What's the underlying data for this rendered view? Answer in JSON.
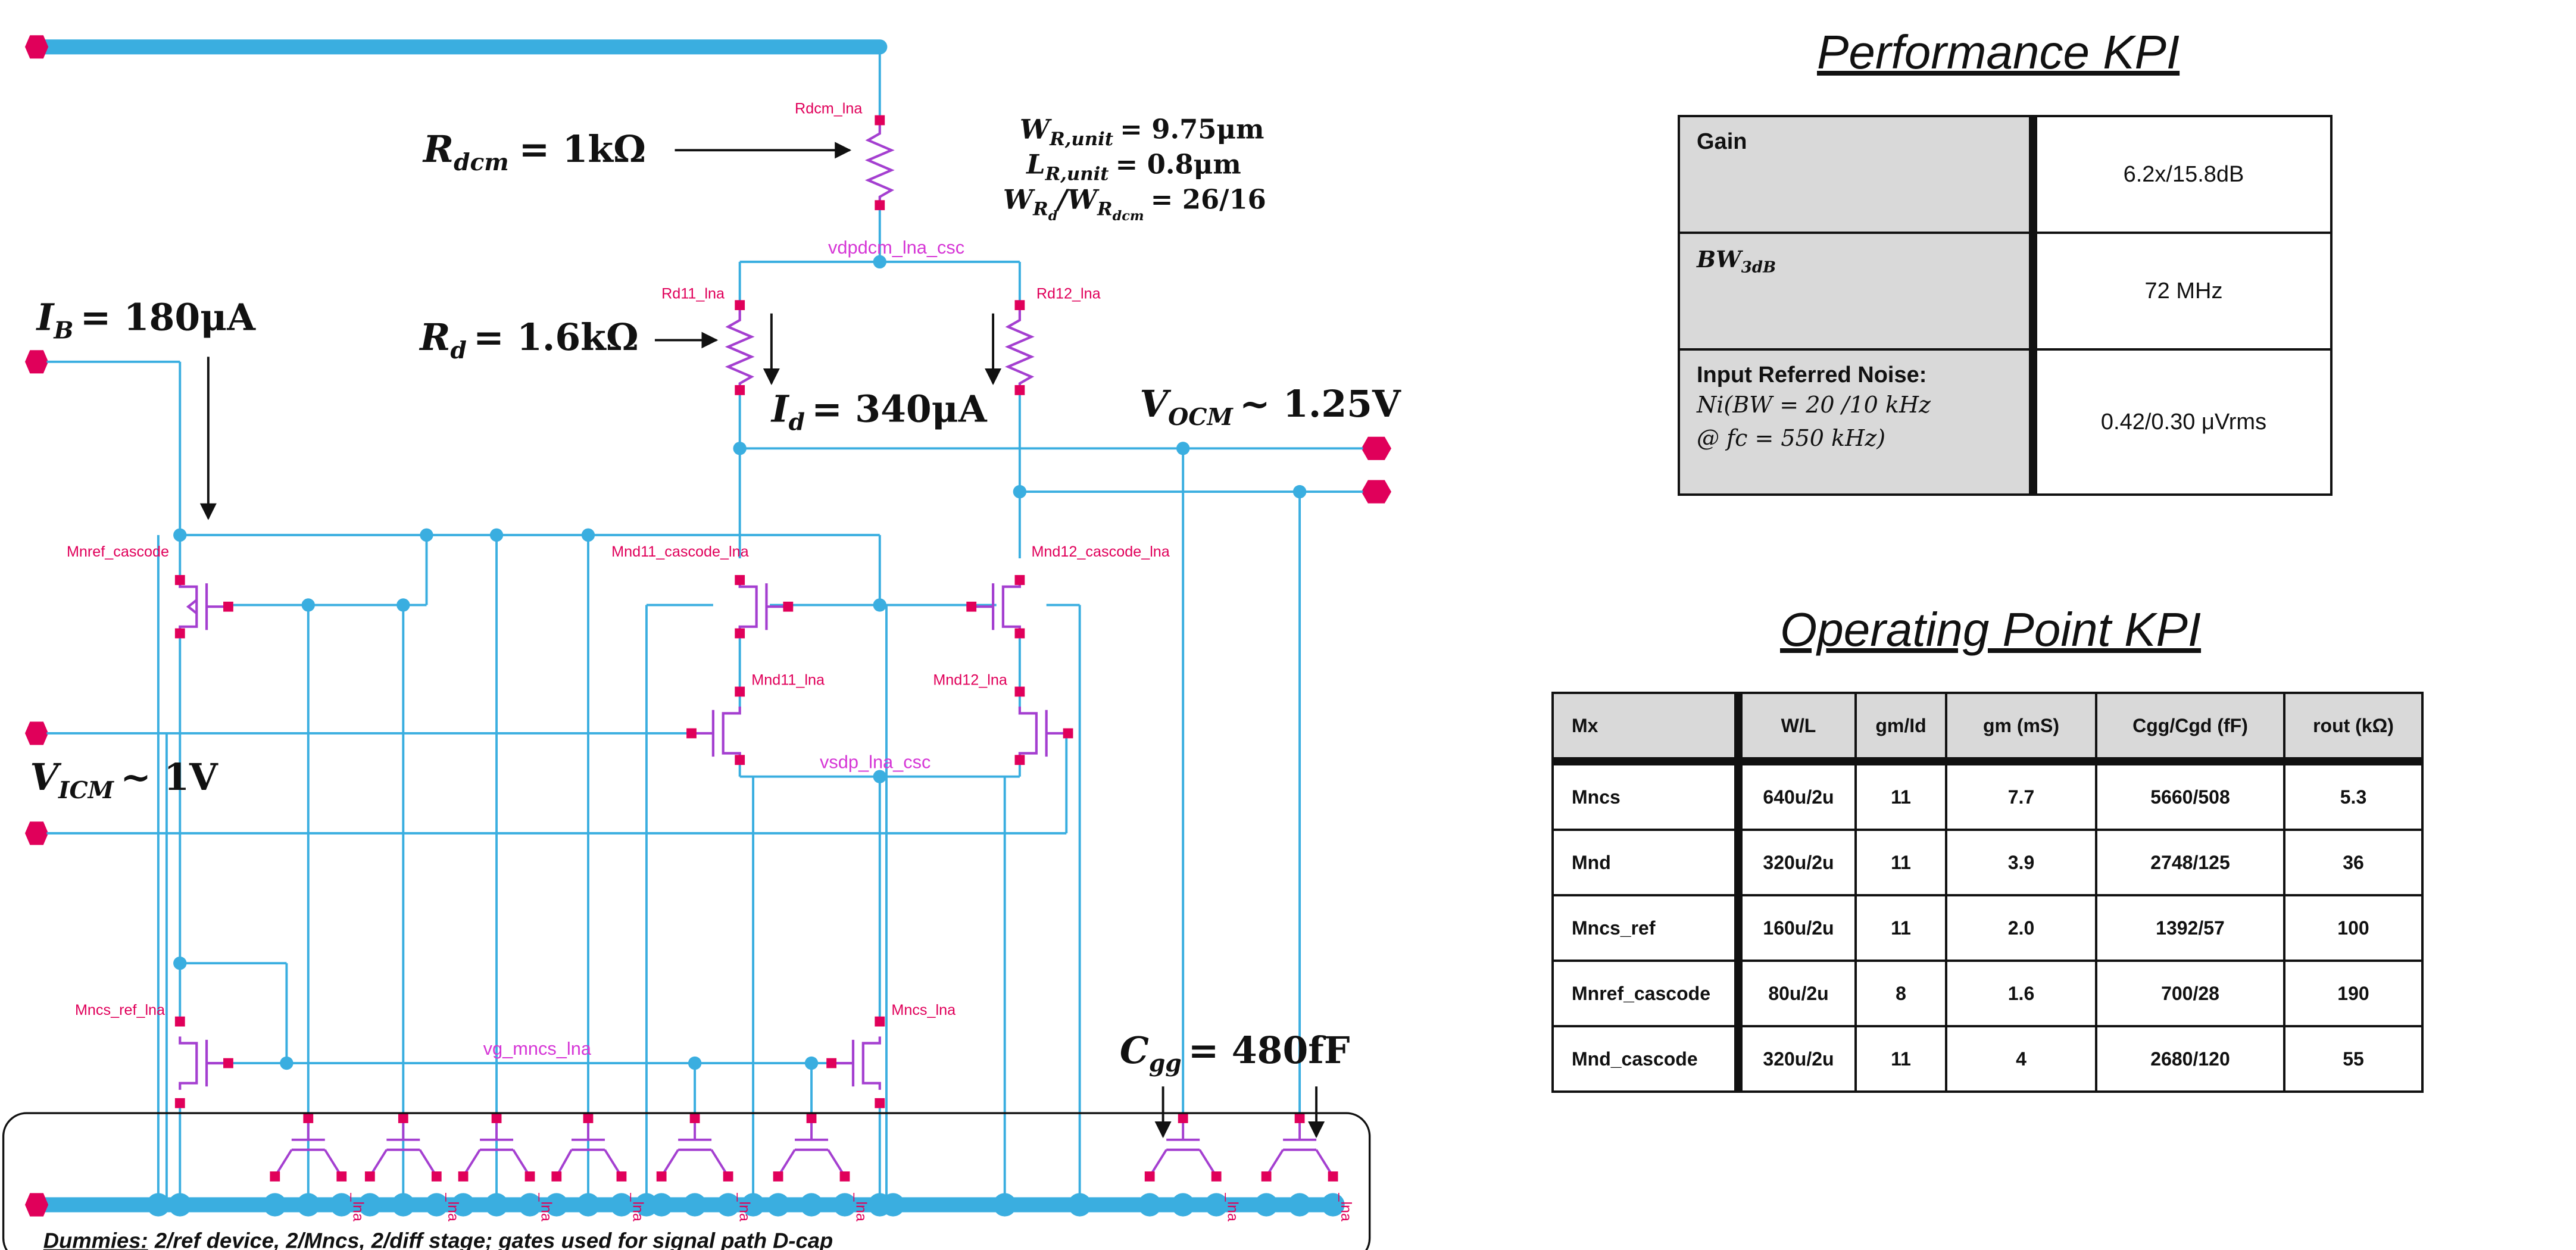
{
  "schematic": {
    "device_labels": {
      "rdcm": "Rdcm_lna",
      "rd11": "Rd11_lna",
      "rd12": "Rd12_lna",
      "mnref_cascode": "Mnref_cascode",
      "mnd11_cascode": "Mnd11_cascode_lna",
      "mnd12_cascode": "Mnd12_cascode_lna",
      "mnd11": "Mnd11_lna",
      "mnd12": "Mnd12_lna",
      "mncs_ref": "Mncs_ref_lna",
      "mncs": "Mncs_lna"
    },
    "net_labels": {
      "vdpdcm": "vdpdcm_lna_csc",
      "vsdp": "vsdp_lna_csc",
      "vg_mncs": "vg_mncs_lna"
    },
    "dummy_tag": "_lna",
    "annotations": {
      "rdcm_eq": "R",
      "rdcm_sub": "dcm",
      "rdcm_val": "= 1kΩ",
      "rd_eq": "R",
      "rd_sub": "d",
      "rd_val": "= 1.6kΩ",
      "ib_eq": "I",
      "ib_sub": "B",
      "ib_val": "= 180μA",
      "id_eq": "I",
      "id_sub": "d",
      "id_val": "= 340μA",
      "vocm_eq": "V",
      "vocm_sub": "OCM",
      "vocm_val": "~ 1.25V",
      "vicm_eq": "V",
      "vicm_sub": "ICM",
      "vicm_val": "~ 1V",
      "cgg_eq": "C",
      "cgg_sub": "gg",
      "cgg_val": "= 480fF",
      "wr_unit": "W",
      "wr_unit_sub": "R,unit",
      "wr_unit_val": "= 9.75μm",
      "lr_unit": "L",
      "lr_unit_sub": "R,unit",
      "lr_unit_val": "= 0.8μm",
      "wratio": "W",
      "wratio_sub1": "R",
      "wratio_sub1b": "d",
      "wratio_mid": "/W",
      "wratio_sub2": "R",
      "wratio_sub2b": "dcm",
      "wratio_val": "= 26/16"
    },
    "dummies_label": "Dummies:",
    "dummies_text": "2/ref device, 2/Mncs, 2/diff stage; gates used for signal path D-cap",
    "colors": {
      "wire": "#3aaee0",
      "device": "#a43fd0",
      "pin": "#e0005a",
      "net_label": "#d636d6"
    }
  },
  "performance_kpi": {
    "title": "Performance KPI",
    "rows": [
      {
        "label": "Gain",
        "value": "6.2x/15.8dB"
      },
      {
        "label_main": "BW",
        "label_sub": "3dB",
        "value": "72 MHz"
      },
      {
        "label": "Input Referred Noise:",
        "math1": "Ni(BW = 20 /10 kHz",
        "math2": "@ fc = 550 kHz)",
        "value": "0.42/0.30 μVrms"
      }
    ]
  },
  "operating_point_kpi": {
    "title": "Operating Point KPI",
    "headers": [
      "Mx",
      "W/L",
      "gm/Id",
      "gm (mS)",
      "Cgg/Cgd (fF)",
      "rout (kΩ)"
    ],
    "rows": [
      [
        "Mncs",
        "640u/2u",
        "11",
        "7.7",
        "5660/508",
        "5.3"
      ],
      [
        "Mnd",
        "320u/2u",
        "11",
        "3.9",
        "2748/125",
        "36"
      ],
      [
        "Mncs_ref",
        "160u/2u",
        "11",
        "2.0",
        "1392/57",
        "100"
      ],
      [
        "Mnref_cascode",
        "80u/2u",
        "8",
        "1.6",
        "700/28",
        "190"
      ],
      [
        "Mnd_cascode",
        "320u/2u",
        "11",
        "4",
        "2680/120",
        "55"
      ]
    ]
  }
}
